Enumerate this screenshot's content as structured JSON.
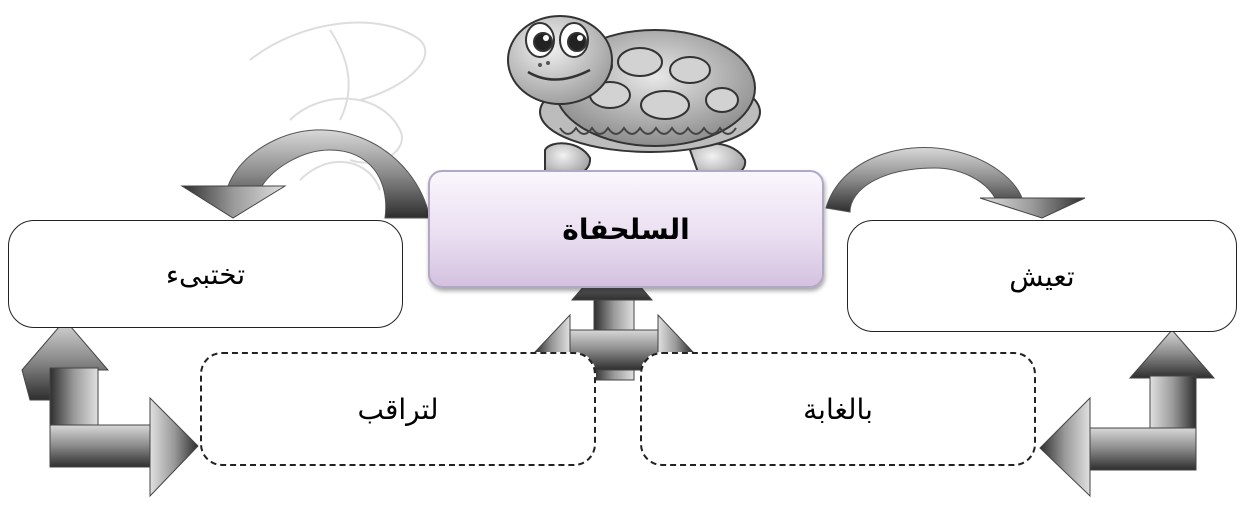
{
  "diagram": {
    "center": {
      "label": "السلحفاة"
    },
    "left_top": {
      "label": "تختبىء"
    },
    "right_top": {
      "label": "تعيش"
    },
    "left_bottom": {
      "label": "لتراقب"
    },
    "right_bottom": {
      "label": "بالغابة"
    }
  },
  "colors": {
    "center_fill_top": "#faf6fd",
    "center_fill_bottom": "#d4c2e0",
    "center_border": "#b3a7c6",
    "arrow_dark": "#3a3a3a",
    "arrow_light": "#d8d8d8"
  },
  "icons": {
    "turtle": "turtle-icon",
    "watermark": "calligraphy-watermark"
  }
}
